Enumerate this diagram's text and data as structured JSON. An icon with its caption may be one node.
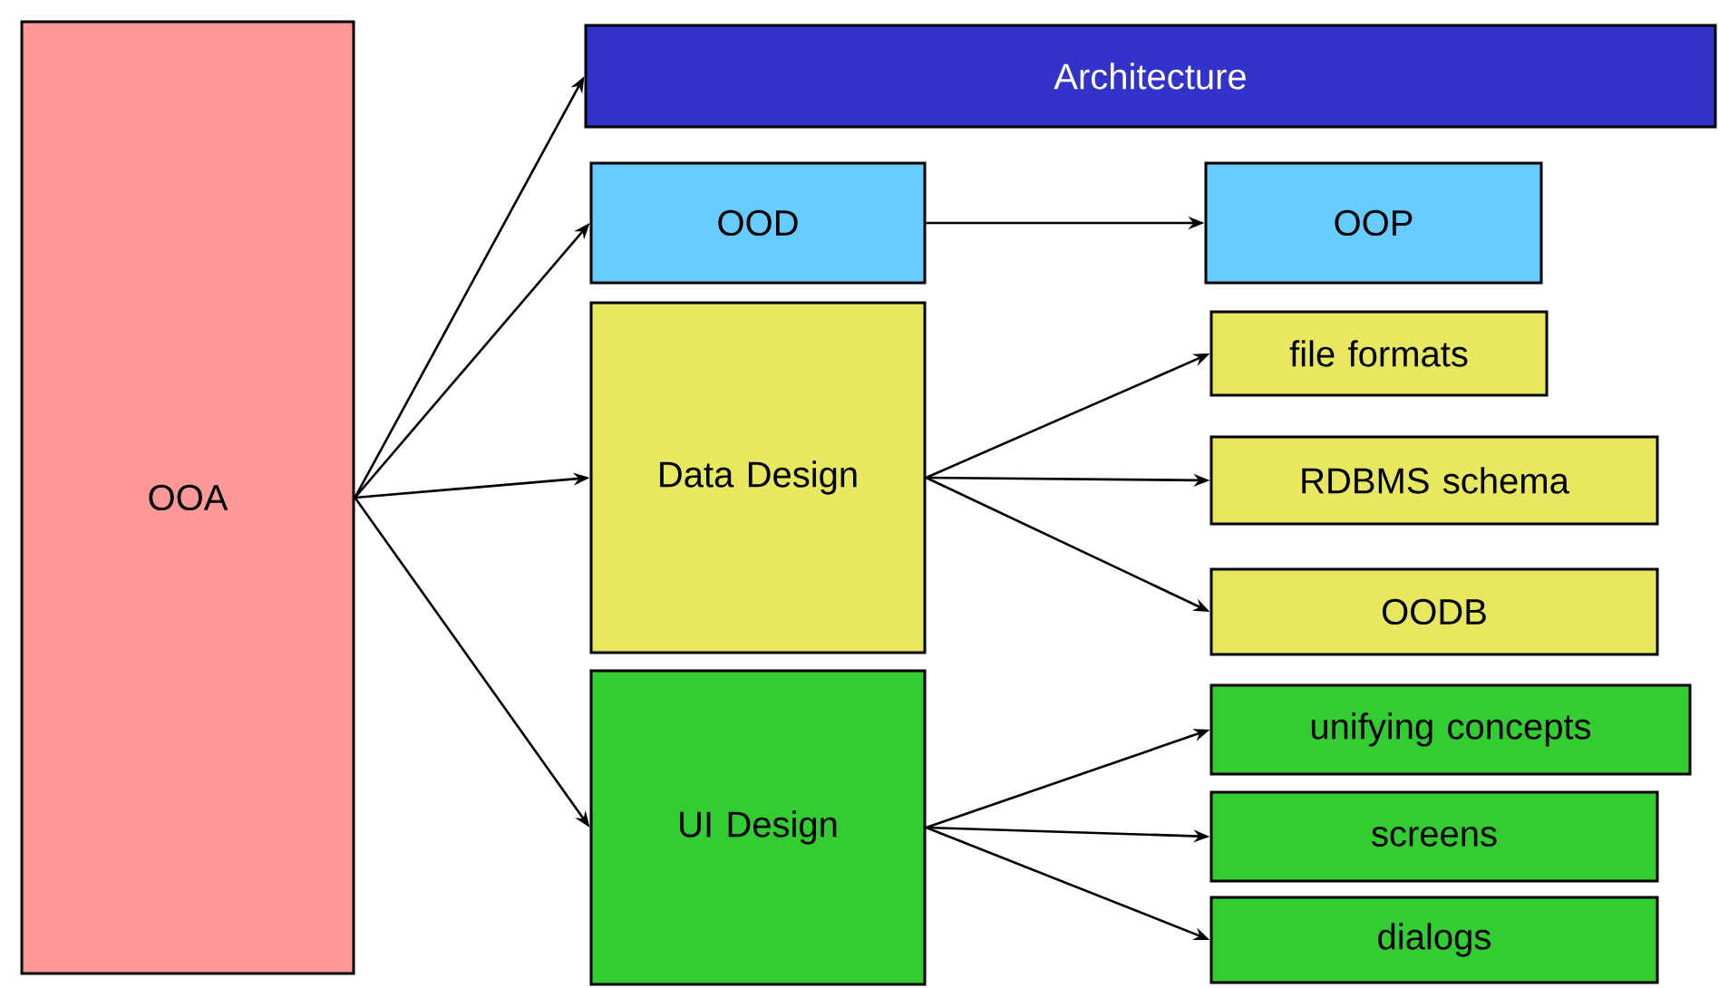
{
  "diagram": {
    "nodes": [
      {
        "text": [
          "OOA"
        ]
      },
      {
        "text": [
          "Architecture"
        ]
      },
      {
        "text": [
          "OOD"
        ]
      },
      {
        "text": [
          "OOP"
        ]
      },
      {
        "text": [
          "Data Design"
        ]
      },
      {
        "text": [
          "file formats"
        ]
      },
      {
        "text": [
          "RDBMS schema"
        ]
      },
      {
        "text": [
          "OODB"
        ]
      },
      {
        "text": [
          "UI Design"
        ]
      },
      {
        "text": [
          "unifying concepts"
        ]
      },
      {
        "text": [
          "screens"
        ]
      },
      {
        "text": [
          "dialogs"
        ]
      }
    ],
    "edges": [
      {
        "from": 0,
        "to": 1,
        "arrow": "to"
      },
      {
        "from": 0,
        "to": 2,
        "arrow": "to"
      },
      {
        "from": 0,
        "to": 4,
        "arrow": "to"
      },
      {
        "from": 0,
        "to": 8,
        "arrow": "to"
      },
      {
        "from": 2,
        "to": 3,
        "arrow": "to"
      },
      {
        "from": 4,
        "to": 5,
        "arrow": "to"
      },
      {
        "from": 4,
        "to": 6,
        "arrow": "to"
      },
      {
        "from": 4,
        "to": 7,
        "arrow": "to"
      },
      {
        "from": 8,
        "to": 9,
        "arrow": "to"
      },
      {
        "from": 8,
        "to": 10,
        "arrow": "to"
      },
      {
        "from": 8,
        "to": 11,
        "arrow": "to"
      }
    ]
  }
}
